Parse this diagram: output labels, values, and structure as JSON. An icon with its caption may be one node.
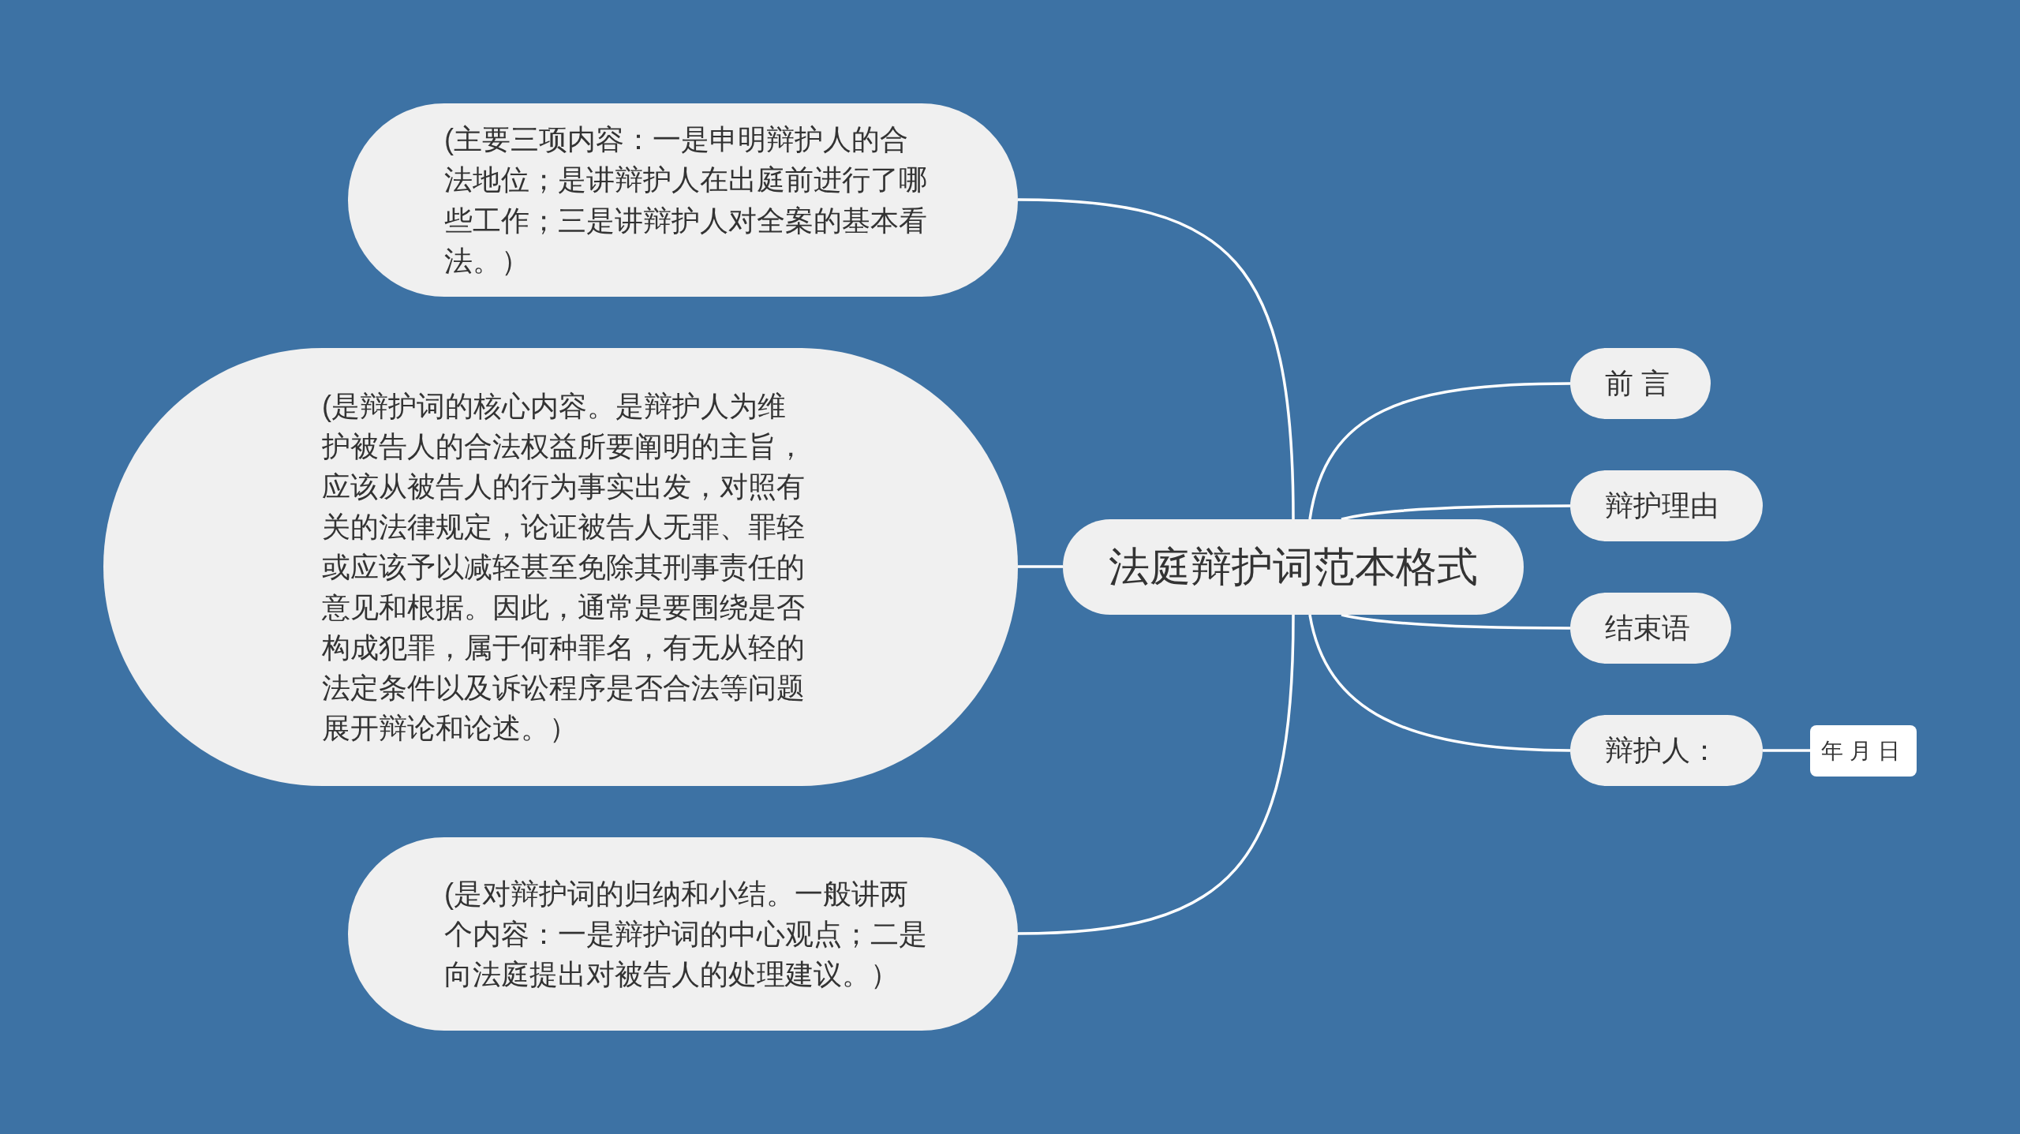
{
  "diagram": {
    "nodes": [
      {
        "text": [
          "法庭辩护词范本格式"
        ]
      },
      {
        "text": [
          "前 言"
        ]
      },
      {
        "text": [
          "辩护理由"
        ]
      },
      {
        "text": [
          "结束语"
        ]
      },
      {
        "text": [
          "辩护人："
        ]
      },
      {
        "text": [
          "年 月 日"
        ]
      },
      {
        "text": [
          "(主要三项内容：一是申明辩护人的合法地位；是讲辩护人在出庭前进行了哪些工作；三是讲辩护人对全案的基本看法。）"
        ]
      },
      {
        "text": [
          "(是辩护词的核心内容。是辩护人为维护被告人的合法权益所要阐明的主旨，应该从被告人的行为事实出发，对照有关的法律规定，论证被告人无罪、罪轻或应该予以减轻甚至免除其刑事责任的意见和根据。因此，通常是要围绕是否构成犯罪，属于何种罪名，有无从轻的法定条件以及诉讼程序是否合法等问题展开辩论和论述。）"
        ]
      },
      {
        "text": [
          "(是对辩护词的归纳和小结。一般讲两个内容：一是辩护词的中心观点；二是向法庭提出对被告人的处理建议。）"
        ]
      }
    ],
    "edges": [
      {
        "from": 0,
        "to": 1,
        "arrow": "none"
      },
      {
        "from": 0,
        "to": 2,
        "arrow": "none"
      },
      {
        "from": 0,
        "to": 3,
        "arrow": "none"
      },
      {
        "from": 0,
        "to": 4,
        "arrow": "none"
      },
      {
        "from": 4,
        "to": 5,
        "arrow": "none"
      },
      {
        "from": 0,
        "to": 6,
        "arrow": "none"
      },
      {
        "from": 0,
        "to": 7,
        "arrow": "none"
      },
      {
        "from": 0,
        "to": 8,
        "arrow": "none"
      }
    ]
  }
}
